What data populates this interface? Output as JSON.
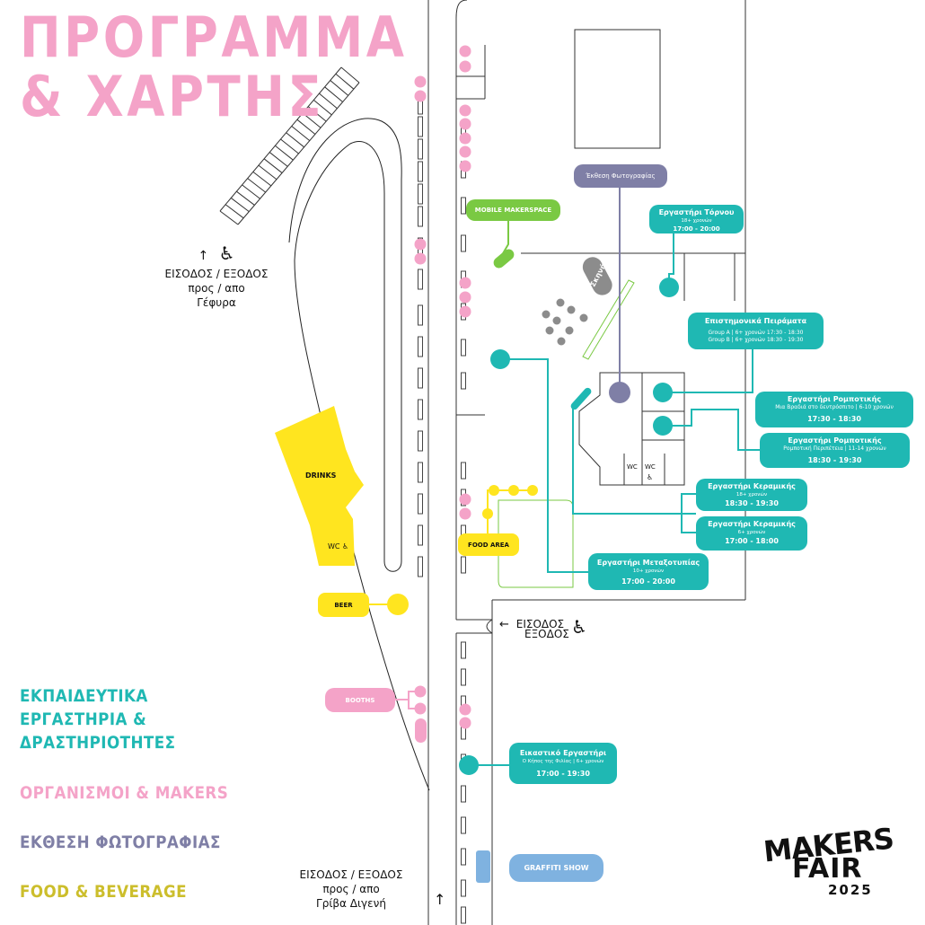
{
  "title": {
    "line1": "ΠΡΟΓΡΑΜΜΑ",
    "line2": "& ΧΑΡΤΗΣ"
  },
  "colors": {
    "teal": "#1fb8b3",
    "pink": "#f4a3c8",
    "purple": "#7f7fa6",
    "yellow": "#ffe51f",
    "green": "#7ac943",
    "blue": "#7fb2e0",
    "grey": "#8c8c8c"
  },
  "entrance_bridge": {
    "arrow": "↑",
    "accessible_icon": "♿",
    "line1": "ΕΙΣΟΔΟΣ  /  ΕΞΟΔΟΣ",
    "line2": "προς  /  απο",
    "line3": "Γέφυρα"
  },
  "entrance_main": {
    "arrow": "←",
    "accessible_icon": "♿",
    "line1": "ΕΙΣΟΔΟΣ",
    "line2": "ΕΞΟΔΟΣ"
  },
  "entrance_bottom": {
    "arrow": "↑",
    "line1": "ΕΙΣΟΔΟΣ  /  ΕΞΟΔΟΣ",
    "line2": "προς  /  απο",
    "line3": "Γρίβα Διγενή"
  },
  "labels": {
    "mobile_makerspace": "MOBILE MAKERSPACE",
    "photo_exhibition": "Έκθεση Φωτογραφίας",
    "stage": "Σκηνή",
    "drinks": "DRINKS",
    "wc_drinks": "WC ♿",
    "beer": "BEER",
    "food_area": "FOOD AREA",
    "booths": "BOOTHS",
    "graffiti": "GRAFFITI SHOW",
    "wc1": "WC",
    "wc2": "WC",
    "wc_accessible": "♿"
  },
  "workshops": [
    {
      "title": "Εργαστήρι Τόρνου",
      "sub": "18+ χρονών",
      "time": "17:00 - 20:00"
    },
    {
      "title": "Επιστημονικά Πειράματα",
      "rows": [
        "Group A  |  6+ χρονών   17:30 - 18:30",
        "Group B  |  6+ χρονών   18:30 - 19:30"
      ]
    },
    {
      "title": "Εργαστήρι Ρομποτικής",
      "sub": "Μια Βραδιά στο δεντρόσπιτο  |  6-10 χρονών",
      "time": "17:30 - 18:30"
    },
    {
      "title": "Εργαστήρι Ρομποτικής",
      "sub": "Ρομποτική Περιπέτεια  |  11-14 χρονών",
      "time": "18:30 - 19:30"
    },
    {
      "title": "Εργαστήρι Κεραμικής",
      "sub": "18+ χρονών",
      "time": "18:30 - 19:30"
    },
    {
      "title": "Εργαστήρι Κεραμικής",
      "sub": "6+ χρονών",
      "time": "17:00 - 18:00"
    },
    {
      "title": "Εργαστήρι Μεταξοτυπίας",
      "sub": "10+ χρονών",
      "time": "17:00 - 20:00"
    },
    {
      "title": "Εικαστικό Εργαστήρι",
      "sub": "Ο Κήπος της Φιλίας  |  6+ χρονών",
      "time": "17:00 - 19:30"
    }
  ],
  "legend": {
    "educational_line1": "ΕΚΠΑΙΔΕΥΤΙΚΑ",
    "educational_line2": "ΕΡΓΑΣΤΗΡΙΑ &",
    "educational_line3": "ΔΡΑΣΤΗΡΙΟΤΗΤΕΣ",
    "organisations": "ΟΡΓΑΝΙΣΜΟΙ & MAKERS",
    "photography": "ΕΚΘΕΣΗ ΦΩΤΟΓΡΑΦΙΑΣ",
    "food": "FOOD & BEVERAGE"
  },
  "logo": {
    "line1": "MAKERS",
    "line2": "FAIR",
    "year": "2025"
  }
}
